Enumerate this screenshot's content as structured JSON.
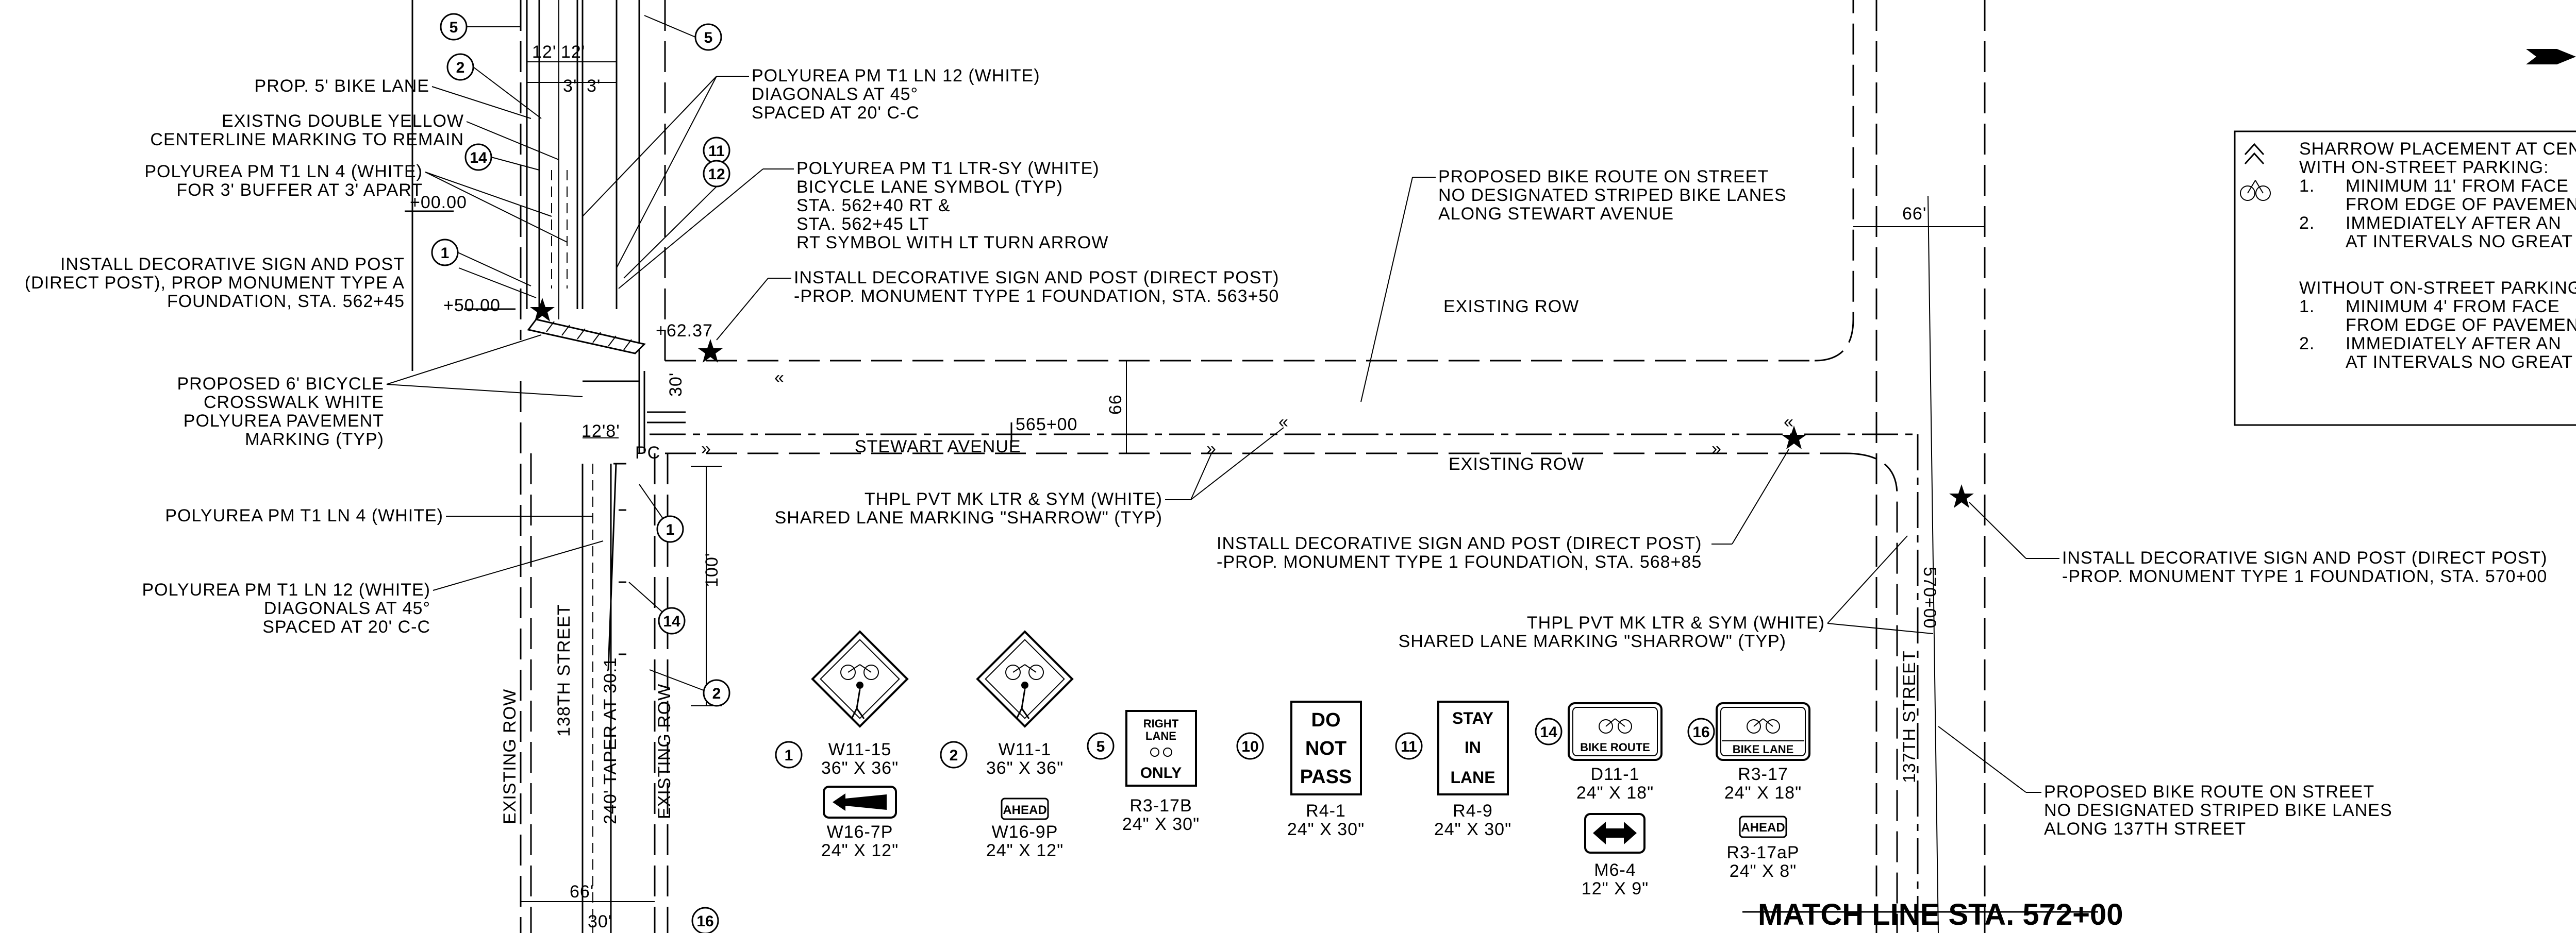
{
  "callouts_left": [
    {
      "text": "PROP. 5' BIKE LANE"
    },
    {
      "text": "EXISTNG DOUBLE YELLOW"
    },
    {
      "text": "CENTERLINE MARKING TO REMAIN"
    },
    {
      "text": "POLYUREA PM T1 LN 4 (WHITE)"
    },
    {
      "text": "FOR 3' BUFFER AT 3' APART"
    },
    {
      "text": "INSTALL DECORATIVE SIGN AND POST"
    },
    {
      "text": "(DIRECT POST), PROP MONUMENT TYPE A"
    },
    {
      "text": "FOUNDATION, STA. 562+45"
    },
    {
      "text": "PROPOSED 6' BICYCLE"
    },
    {
      "text": "CROSSWALK WHITE"
    },
    {
      "text": "POLYUREA PAVEMENT"
    },
    {
      "text": "MARKING (TYP)"
    },
    {
      "text": "POLYUREA PM T1 LN 4 (WHITE)"
    },
    {
      "text": "POLYUREA PM T1 LN 12 (WHITE)"
    },
    {
      "text": "DIAGONALS AT 45°"
    },
    {
      "text": "SPACED AT 20' C-C"
    }
  ],
  "callouts_center": [
    {
      "text": "POLYUREA PM T1 LN 12 (WHITE)"
    },
    {
      "text": "DIAGONALS AT 45°"
    },
    {
      "text": "SPACED AT 20' C-C"
    },
    {
      "text": "POLYUREA PM T1 LTR-SY (WHITE)"
    },
    {
      "text": "BICYCLE LANE SYMBOL (TYP)"
    },
    {
      "text": "STA. 562+40 RT &"
    },
    {
      "text": "STA. 562+45 LT"
    },
    {
      "text": "RT SYMBOL WITH LT TURN ARROW"
    },
    {
      "text": "INSTALL DECORATIVE SIGN AND POST (DIRECT POST)"
    },
    {
      "text": "-PROP. MONUMENT TYPE 1 FOUNDATION, STA. 563+50"
    },
    {
      "text": "PROPOSED BIKE ROUTE ON STREET"
    },
    {
      "text": "NO DESIGNATED STRIPED BIKE LANES"
    },
    {
      "text": "ALONG STEWART AVENUE"
    },
    {
      "text": "THPL PVT MK LTR & SYM (WHITE)"
    },
    {
      "text": "SHARED LANE MARKING \"SHARROW\" (TYP)"
    },
    {
      "text": "INSTALL DECORATIVE SIGN AND POST (DIRECT POST)"
    },
    {
      "text": "-PROP. MONUMENT TYPE 1 FOUNDATION, STA. 568+85"
    },
    {
      "text": "THPL PVT MK LTR & SYM (WHITE)"
    },
    {
      "text": "SHARED LANE MARKING \"SHARROW\" (TYP)"
    }
  ],
  "callouts_right": [
    {
      "text": "INSTALL DECORATIVE SIGN AND POST (DIRECT POST)"
    },
    {
      "text": "-PROP. MONUMENT TYPE 1 FOUNDATION, STA. 570+00"
    },
    {
      "text": "PROPOSED BIKE ROUTE ON STREET"
    },
    {
      "text": "NO DESIGNATED STRIPED BIKE LANES"
    },
    {
      "text": "ALONG 137TH STREET"
    }
  ],
  "streets": {
    "stewart": "STEWART AVENUE",
    "st138": "138TH STREET",
    "st137": "137TH STREET",
    "existing_row": "EXISTING ROW",
    "taper": "240' TAPER AT 30:1"
  },
  "stations": {
    "s565": "565+00",
    "s570": "570+00",
    "plus_0000": "+00.00",
    "plus_5000": "+50.00",
    "plus_6237": "+62.37",
    "pc": "PC",
    "match_line": "MATCH LINE STA. 572+00"
  },
  "dims": {
    "d12a": "12'",
    "d12b": "12'",
    "d3a": "3'",
    "d3b": "3'",
    "d66_top": "66'",
    "d66_road": "66",
    "d30": "30'",
    "d12_8": "12'8'",
    "d100": "100'",
    "d66_bottom": "66'",
    "d30_bottom": "30'"
  },
  "legend": {
    "l1": "SHARROW PLACEMENT AT CEN",
    "l2": "WITH ON-STREET PARKING:",
    "l3n": "1.",
    "l3": "MINIMUM 11' FROM FACE",
    "l4": "FROM EDGE OF PAVEMEN",
    "l5n": "2.",
    "l5": "IMMEDIATELY AFTER AN",
    "l6": "AT INTERVALS NO GREAT",
    "l7": "WITHOUT ON-STREET PARKING",
    "l8n": "1.",
    "l8": "MINIMUM 4' FROM FACE",
    "l9": "FROM EDGE OF PAVEMEN",
    "l10n": "2.",
    "l10": "IMMEDIATELY AFTER AN",
    "l11": "AT INTERVALS NO GREAT"
  },
  "markers": {
    "n1": "1",
    "n2": "2",
    "n5": "5",
    "n10": "10",
    "n11": "11",
    "n12": "12",
    "n14": "14",
    "n16": "16"
  },
  "signs": {
    "w11_15": {
      "code": "W11-15",
      "size": "36\" X 36\""
    },
    "w16_7p": {
      "code": "W16-7P",
      "size": "24\" X 12\""
    },
    "w11_1": {
      "code": "W11-1",
      "size": "36\" X 36\""
    },
    "w16_9p": {
      "code": "W16-9P",
      "size": "24\" X 12\"",
      "plate": "AHEAD"
    },
    "r3_17b": {
      "code": "R3-17B",
      "size": "24\" X 30\"",
      "l1": "RIGHT",
      "l2": "LANE",
      "l3": "ONLY"
    },
    "r4_1": {
      "code": "R4-1",
      "size": "24\" X 30\"",
      "l1": "DO",
      "l2": "NOT",
      "l3": "PASS"
    },
    "r4_9": {
      "code": "R4-9",
      "size": "24\" X 30\"",
      "l1": "STAY",
      "l2": "IN",
      "l3": "LANE"
    },
    "d11_1": {
      "code": "D11-1",
      "size": "24\" X 18\"",
      "label": "BIKE ROUTE"
    },
    "m6_4": {
      "code": "M6-4",
      "size": "12\" X 9\""
    },
    "r3_17": {
      "code": "R3-17",
      "size": "24\" X 18\"",
      "label": "BIKE LANE"
    },
    "r3_17ap": {
      "code": "R3-17aP",
      "size": "24\" X 8\"",
      "plate": "AHEAD"
    }
  }
}
